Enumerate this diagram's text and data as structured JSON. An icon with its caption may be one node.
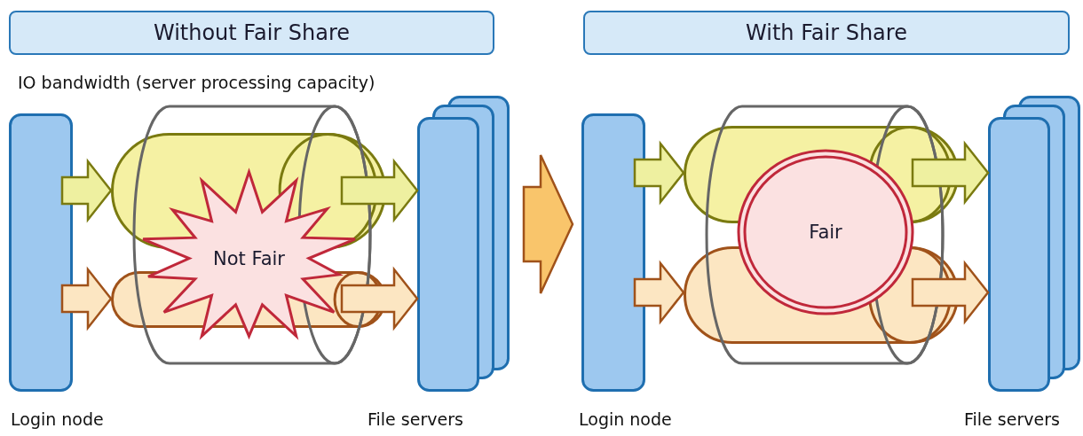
{
  "diagram": {
    "nodes": [
      {
        "text": [
          "Without Fair Share"
        ]
      },
      {
        "text": [
          "With Fair Share"
        ]
      },
      {
        "text": [],
        "shape": "box",
        "beside": [
          "Login node"
        ]
      },
      {
        "text": [],
        "shape": "box",
        "beside": [
          "File servers"
        ]
      },
      {
        "text": [],
        "shape": "cylinder",
        "beside": [
          "IO bandwidth (server processing capacity)"
        ]
      },
      {
        "text": [],
        "shape": "capsule"
      },
      {
        "text": [],
        "shape": "capsule"
      },
      {
        "text": [
          "Not Fair"
        ],
        "in": 4
      },
      {
        "text": [],
        "shape": "box",
        "beside": [
          "Login node"
        ]
      },
      {
        "text": [],
        "shape": "box",
        "beside": [
          "File servers"
        ]
      },
      {
        "text": [],
        "shape": "cylinder"
      },
      {
        "text": [],
        "shape": "capsule"
      },
      {
        "text": [],
        "shape": "capsule"
      },
      {
        "text": [
          "Fair"
        ],
        "in": 10
      }
    ],
    "edges": [
      {
        "from": 2,
        "to": 5,
        "arrow": "to",
        "style": "thick",
        "color": "#7a7a10"
      },
      {
        "from": 2,
        "to": 6,
        "arrow": "to",
        "style": "thick",
        "color": "#a0521a"
      },
      {
        "from": 5,
        "to": 3,
        "arrow": "to",
        "style": "thick",
        "color": "#7a7a10"
      },
      {
        "from": 6,
        "to": 3,
        "arrow": "to",
        "style": "thick",
        "color": "#a0521a"
      },
      {
        "from": 3,
        "to": 8,
        "arrow": "to",
        "style": "thick",
        "color": "#a0521a"
      },
      {
        "from": 8,
        "to": 11,
        "arrow": "to",
        "style": "thick",
        "color": "#7a7a10"
      },
      {
        "from": 8,
        "to": 12,
        "arrow": "to",
        "style": "thick",
        "color": "#a0521a"
      },
      {
        "from": 11,
        "to": 9,
        "arrow": "to",
        "style": "thick",
        "color": "#7a7a10"
      },
      {
        "from": 12,
        "to": 9,
        "arrow": "to",
        "style": "thick",
        "color": "#a0521a"
      }
    ]
  }
}
